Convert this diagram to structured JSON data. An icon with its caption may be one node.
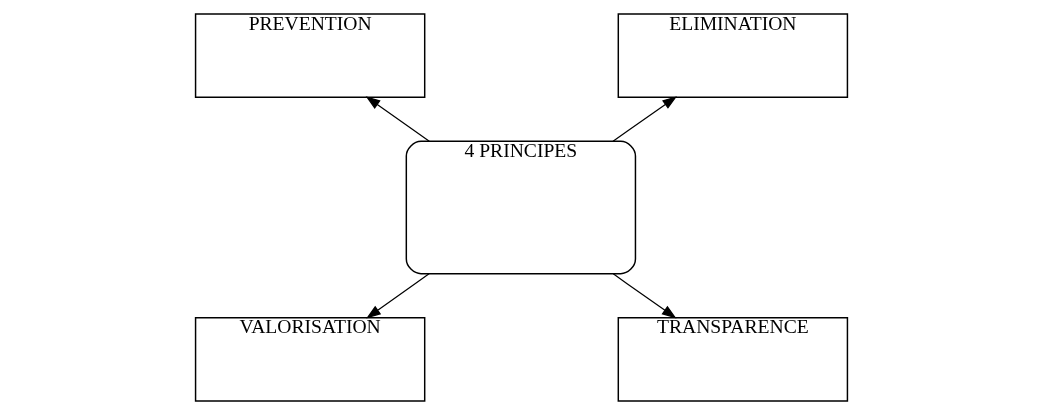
{
  "diagram": {
    "nodes": [
      {
        "text": [
          "PREVENTION"
        ]
      },
      {
        "text": [
          "ELIMINATION"
        ]
      },
      {
        "text": [
          "4 PRINCIPES"
        ]
      },
      {
        "text": [
          "VALORISATION"
        ]
      },
      {
        "text": [
          "TRANSPARENCE"
        ]
      }
    ],
    "edges": [
      {
        "from": 2,
        "to": 0,
        "arrow": "to"
      },
      {
        "from": 2,
        "to": 1,
        "arrow": "to"
      },
      {
        "from": 2,
        "to": 3,
        "arrow": "to"
      },
      {
        "from": 2,
        "to": 4,
        "arrow": "to"
      }
    ]
  }
}
